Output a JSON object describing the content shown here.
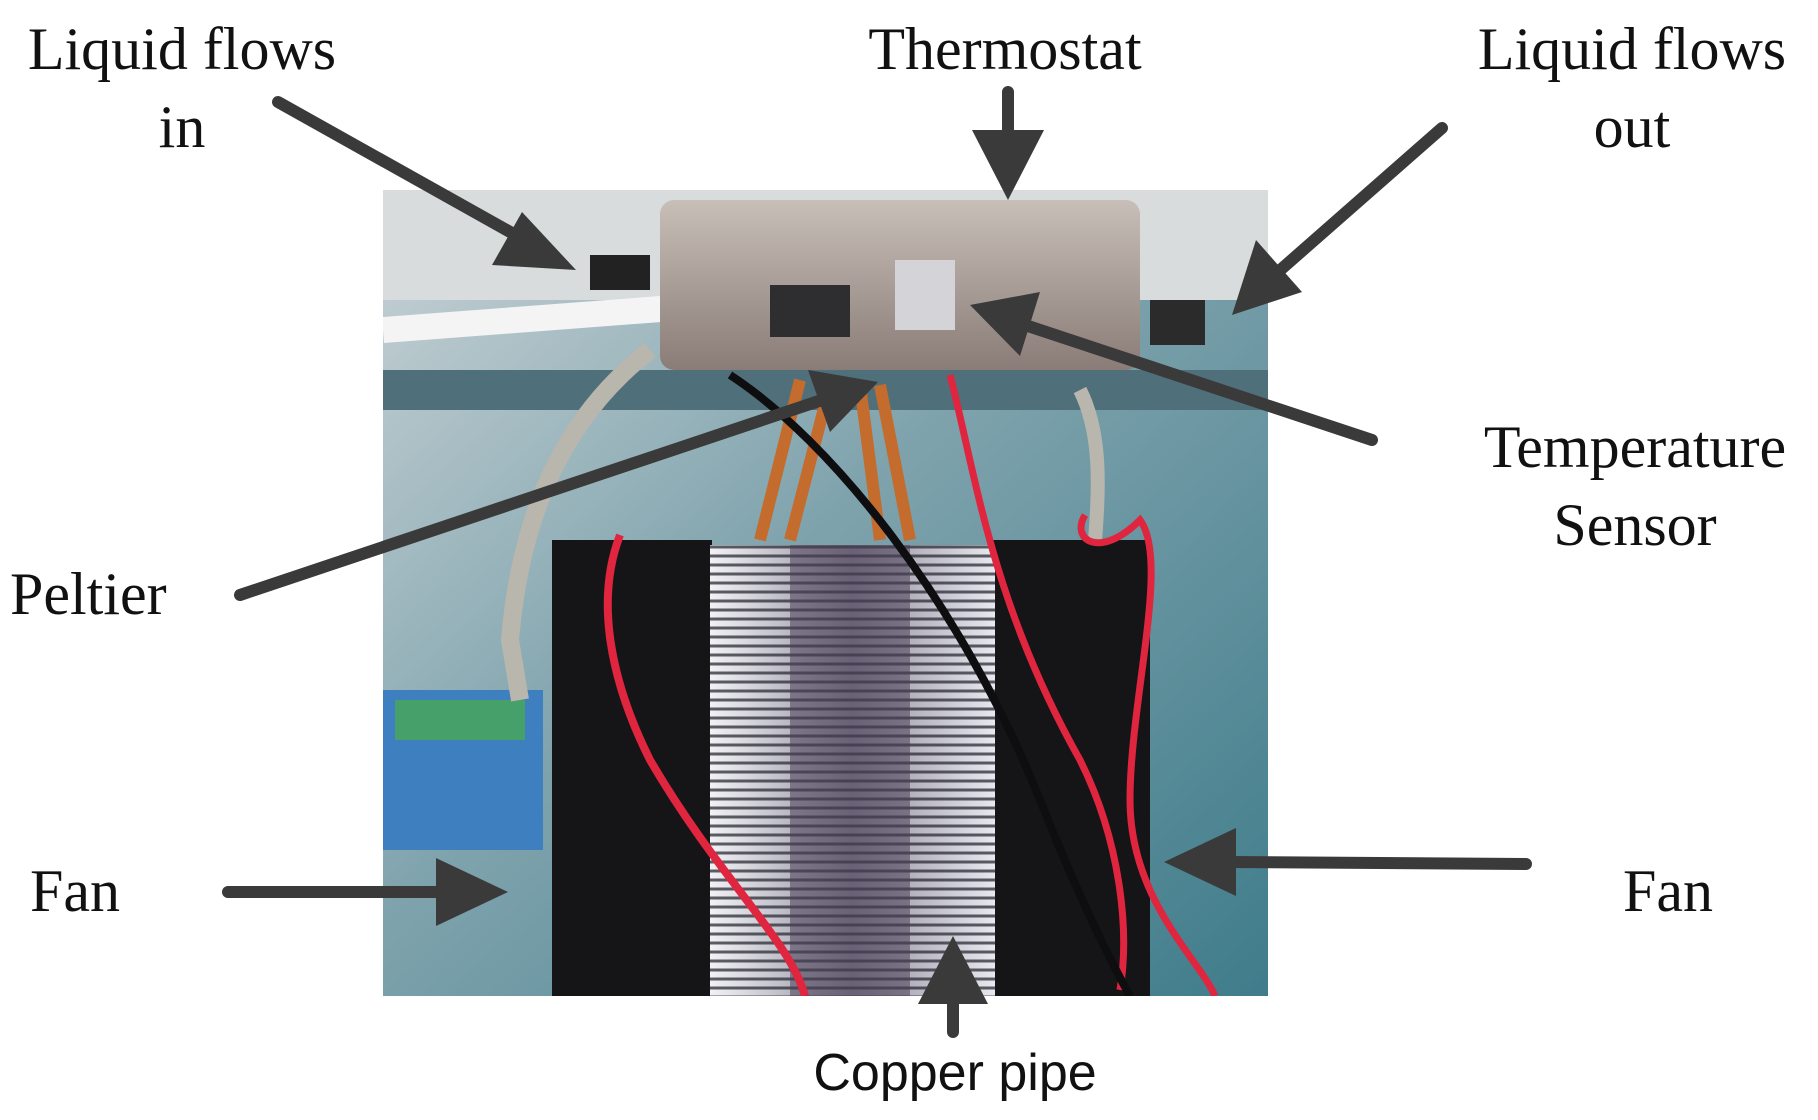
{
  "figure": {
    "labels": {
      "liquid_in": [
        "Liquid flows",
        "in"
      ],
      "thermostat": "Thermostat",
      "liquid_out": [
        "Liquid flows",
        "out"
      ],
      "temperature_sensor": [
        "Temperature",
        "Sensor"
      ],
      "peltier": "Peltier",
      "fan_left": "Fan",
      "fan_right": "Fan",
      "copper_pipe": "Copper pipe"
    },
    "colors": {
      "arrow": "#3a3a3a",
      "text": "#111111",
      "background": "#ffffff"
    }
  }
}
